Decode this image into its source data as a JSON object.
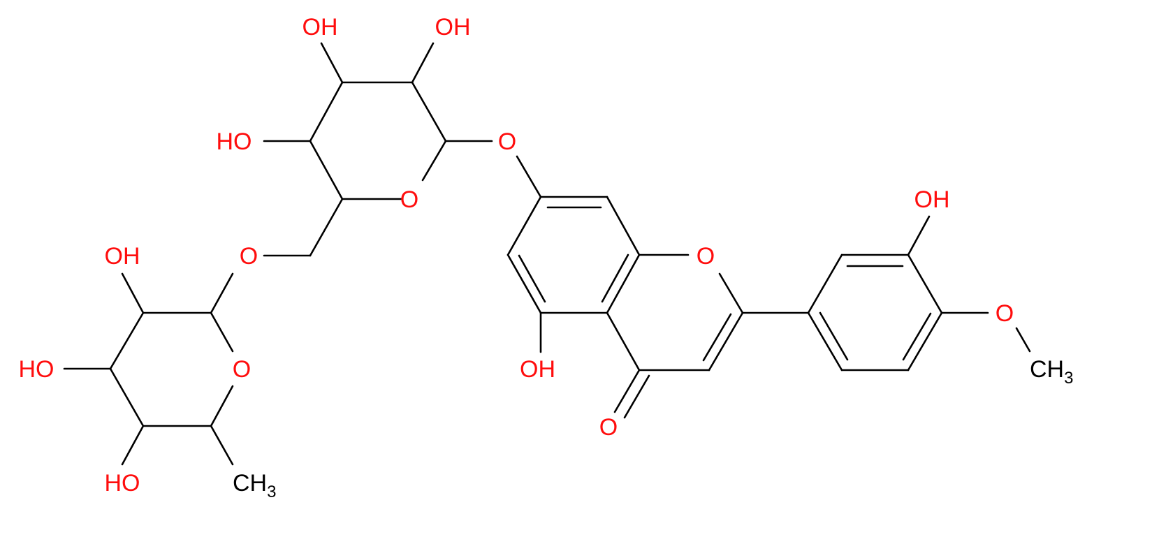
{
  "molecule": {
    "colors": {
      "bond": "#000000",
      "oxygen": "#ff0d0d",
      "carbon": "#000000"
    },
    "labels": {
      "glc_oh_2": "OH",
      "glc_oh_3": "OH",
      "glc_oh_4": "HO",
      "glc_ring_o": "O",
      "glycosidic_o": "O",
      "linker_o": "O",
      "rha_oh_2": "OH",
      "rha_oh_3": "HO",
      "rha_oh_4": "HO",
      "rha_ring_o": "O",
      "rha_methyl": "CH",
      "rha_methyl_sub": "3",
      "chromone_o": "O",
      "oh_5": "OH",
      "carbonyl_o": "O",
      "oh_3prime": "OH",
      "methoxy_o": "O",
      "methoxy_methyl": "CH",
      "methoxy_methyl_sub": "3"
    }
  }
}
